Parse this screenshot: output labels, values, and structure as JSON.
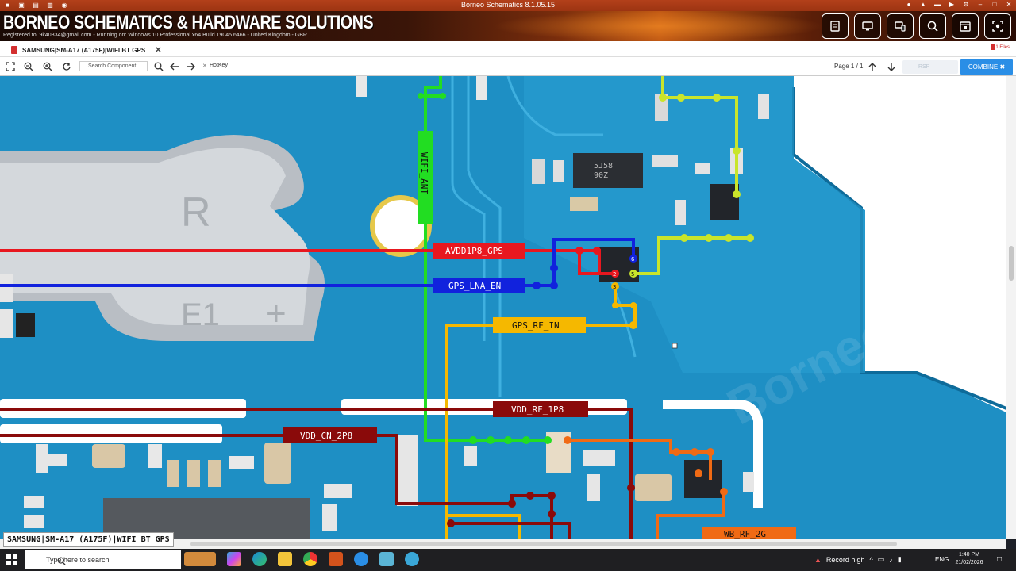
{
  "window": {
    "title": "Borneo Schematics 8.1.05.15"
  },
  "banner": {
    "brand": "BORNEO SCHEMATICS & HARDWARE SOLUTIONS",
    "registration": "Registered to: 9k40334@gmail.com - Running on: Windows 10 Professional x64 Build 19045.6466 - United Kingdom - GBR",
    "tools": [
      "notes-icon",
      "monitor-icon",
      "devices-icon",
      "search-zoom-icon",
      "calendar-icon",
      "capture-icon"
    ]
  },
  "tabs": [
    {
      "label": "SAMSUNG|SM-A17 (A175F)|WIFI BT GPS"
    }
  ],
  "toolbar": {
    "search_placeholder": "Search Component",
    "hotkey": "HotKey",
    "page": "Page 1 / 1",
    "filter_placeholder": "RSP",
    "combine": "COMBINE",
    "right_badge": "1 Files"
  },
  "board": {
    "nets": [
      {
        "name": "WIFI_ANT",
        "color": "#22dd22"
      },
      {
        "name": "AVDD1P8_GPS",
        "color": "#e8171f"
      },
      {
        "name": "GPS_LNA_EN",
        "color": "#1122dd"
      },
      {
        "name": "GPS_RF_IN",
        "color": "#f5b800"
      },
      {
        "name": "VDD_RF_1P8",
        "color": "#8a0a0a"
      },
      {
        "name": "VDD_CN_2P8",
        "color": "#8a0a0a"
      },
      {
        "name": "WB_RF_2G",
        "color": "#f06a14"
      }
    ],
    "chip_marking": [
      "5J58",
      "90Z"
    ],
    "pins": [
      "6",
      "2",
      "5",
      "3"
    ],
    "watermark": "Borneo Schematics"
  },
  "caption": "SAMSUNG|SM-A17 (A175F)|WIFI BT GPS",
  "taskbar": {
    "search_placeholder": "Type here to search",
    "record": "Record high",
    "lang": "ENG",
    "time": "1:40 PM",
    "date": "21/02/2026"
  },
  "colors": {
    "accent": "#2a8ee6",
    "pcb": "#1e8fc4",
    "titlebar": "#b3401a"
  }
}
